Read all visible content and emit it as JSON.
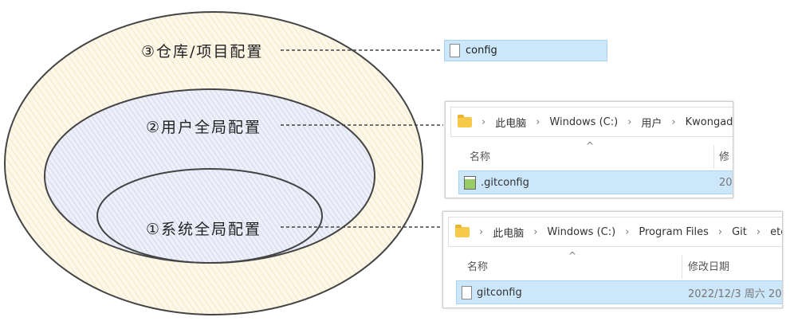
{
  "labels": {
    "repo": "③仓库/项目配置",
    "user": "②用户全局配置",
    "system": "①系统全局配置"
  },
  "repo_file": {
    "name": "config",
    "icon": "file-icon"
  },
  "user_window": {
    "breadcrumb": [
      "此电脑",
      "Windows (C:)",
      "用户",
      "Kwongad"
    ],
    "column_name": "名称",
    "column_date": "修",
    "file": ".gitconfig",
    "date": "20",
    "icon": "notepad-file-icon"
  },
  "system_window": {
    "breadcrumb": [
      "此电脑",
      "Windows (C:)",
      "Program Files",
      "Git",
      "etc"
    ],
    "column_name": "名称",
    "column_date": "修改日期",
    "file": "gitconfig",
    "date": "2022/12/3 周六 20",
    "icon": "file-icon"
  },
  "colors": {
    "outer": "#f8efd6",
    "middle": "#e4e6f5",
    "inner": "#dfe4f2",
    "selection": "#cce6fa"
  }
}
